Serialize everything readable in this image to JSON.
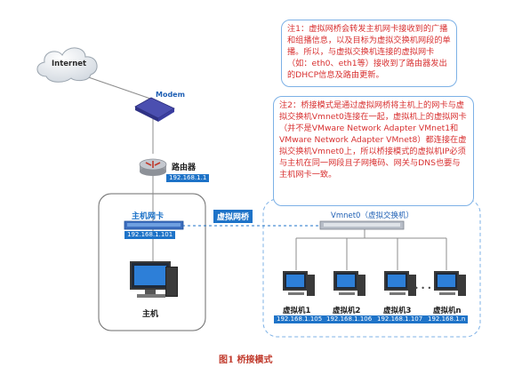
{
  "internet": {
    "label": "Internet"
  },
  "modem": {
    "label": "Modem"
  },
  "router": {
    "label": "路由器",
    "ip": "192.168.1.1"
  },
  "host": {
    "nic_label": "主机网卡",
    "nic_ip": "192.168.1.101",
    "pc_label": "主机"
  },
  "bridge_label": "虚拟网桥",
  "vswitch_label": "Vmnet0（虚拟交换机）",
  "vms": [
    {
      "name": "虚拟机1",
      "ip": "192.168.1.105"
    },
    {
      "name": "虚拟机2",
      "ip": "192.168.1.106"
    },
    {
      "name": "虚拟机3",
      "ip": "192.168.1.107"
    },
    {
      "name": "虚拟机n",
      "ip": "192.168.1.n"
    }
  ],
  "ellipsis": "• • •",
  "notes": [
    "注1：虚拟网桥会转发主机网卡接收到的广播和组播信息，以及目标为虚拟交换机网段的单播。所以，与虚拟交换机连接的虚拟网卡（如：eth0、eth1等）接收到了路由器发出的DHCP信息及路由更新。",
    "注2：桥接模式是通过虚拟网桥将主机上的网卡与虚拟交换机Vmnet0连接在一起，虚拟机上的虚拟网卡（并不是VMware Network Adapter VMnet1和VMware Network Adapter VMnet8）都连接在虚拟交换机Vmnet0上，所以桥接模式的虚拟机IP必须与主机在同一网段且子网掩码、网关与DNS也要与主机网卡一致。"
  ],
  "caption": "图1 桥接模式",
  "colors": {
    "blue": "#1e73c8",
    "note_text": "#d83030",
    "border": "#7db1e6",
    "caption": "#c0392b"
  }
}
